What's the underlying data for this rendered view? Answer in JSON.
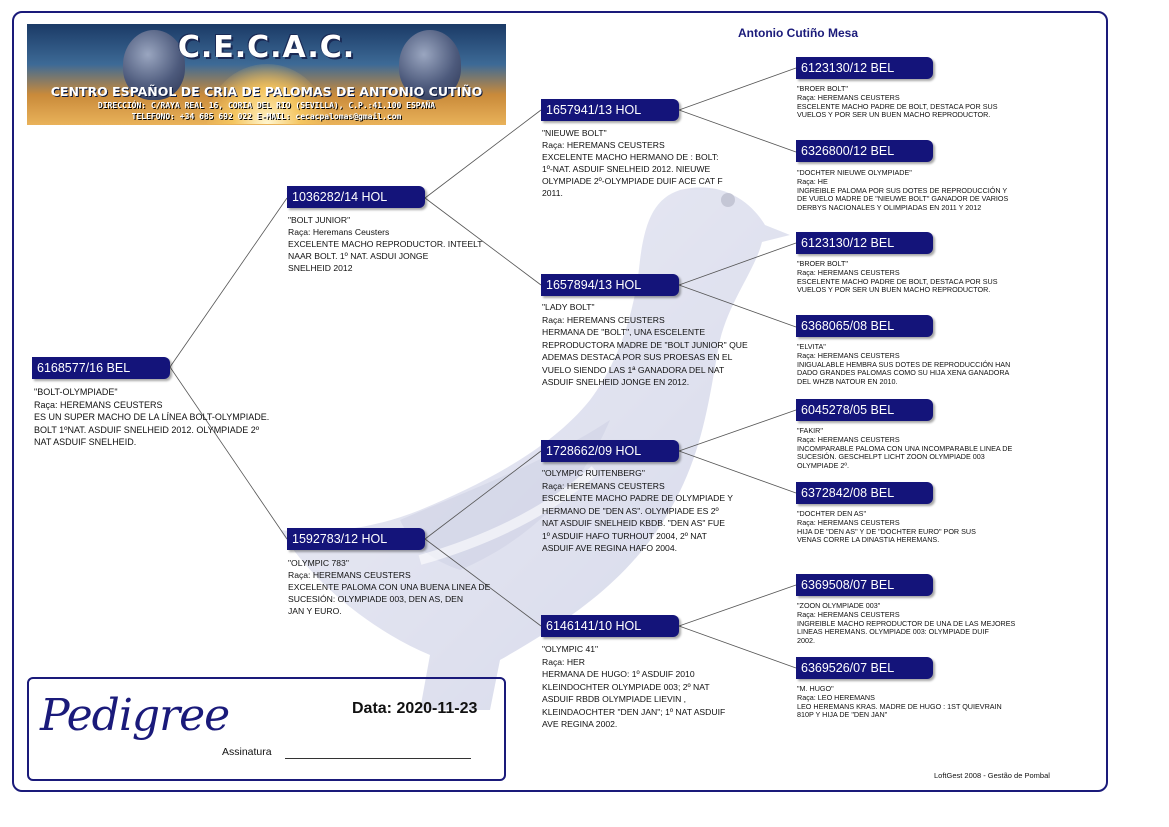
{
  "header": {
    "title": "C.E.C.A.C.",
    "subtitle": "CENTRO ESPAÑOL DE CRIA DE PALOMAS DE ANTONIO CUTIÑO",
    "address": "DIRECCIÓN: C/RAYA REAL 16, CORIA DEL RIO (SEVILLA), C.P.:41.100 ESPAÑA",
    "contact": "TELEFONO: +34 685 692 022    E-MAIL: cecacpalomas@gmail.com"
  },
  "owner_name": "Antonio Cutiño Mesa",
  "pigeons": {
    "subject": {
      "ring": "6168577/16 BEL",
      "info": "\"BOLT-OLYMPIADE\"\nRaça: HEREMANS CEUSTERS\nES UN SUPER MACHO DE LA LÍNEA  BOLT-OLYMPIADE.\nBOLT 1ºNAT. ASDUIF SNELHEID 2012.   OLYMPIADE 2º\nNAT ASDUIF SNELHEID."
    },
    "sire": {
      "ring": "1036282/14 HOL",
      "info": "\"BOLT JUNIOR\"\nRaça: Heremans Ceusters\nEXCELENTE MACHO REPRODUCTOR.   INTEELT\nNAAR BOLT.  1º NAT. ASDUI JONGE\nSNELHEID 2012"
    },
    "dam": {
      "ring": "1592783/12 HOL",
      "info": "\"OLYMPIC 783\"\nRaça: HEREMANS CEUSTERS\nEXCELENTE PALOMA CON UNA BUENA LINEA DE\nSUCESIÓN: OLYMPIADE 003,  DEN AS,  DEN\nJAN Y EURO."
    },
    "ss": {
      "ring": "1657941/13 HOL",
      "info": "\"NIEUWE BOLT\"\nRaça: HEREMANS CEUSTERS\nEXCELENTE MACHO HERMANO DE : BOLT:\n1º-NAT. ASDUIF SNELHEID 2012.   NIEUWE\nOLYMPIADE 2º-OLYMPIADE DUIF ACE CAT F\n2011."
    },
    "sd": {
      "ring": "1657894/13 HOL",
      "info": "\"LADY BOLT\"\nRaça: HEREMANS CEUSTERS\nHERMANA DE \"BOLT\", UNA ESCELENTE\nREPRODUCTORA MADRE DE \"BOLT JUNIOR\" QUE\nADEMAS DESTACA POR SUS PROESAS EN EL\nVUELO SIENDO LAS 1ª GANADORA DEL NAT\nASDUIF SNELHEID JONGE EN 2012."
    },
    "ds": {
      "ring": "1728662/09 HOL",
      "info": "\"OLYMPIC RUITENBERG\"\nRaça: HEREMANS CEUSTERS\nESCELENTE MACHO PADRE DE OLYMPIADE Y\nHERMANO DE \"DEN AS\". OLYMPIADE ES 2º\nNAT ASDUIF SNELHEID KBDB. \"DEN AS\" FUE\n1º ASDUIF  HAFO TURHOUT 2004, 2º NAT\nASDUIF AVE REGINA HAFO 2004."
    },
    "dd": {
      "ring": "6146141/10 HOL",
      "info": "\"OLYMPIC 41\"\nRaça: HER\nHERMANA  DE HUGO: 1º ASDUIF 2010\nKLEINDOCHTER OLYMPIADE 003; 2º NAT\nASDUIF RBDB OLYMPIADE LIEVIN ,\nKLEINDAOCHTER \"DEN JAN\"; 1º NAT ASDUIF\nAVE REGINA 2002."
    },
    "sss": {
      "ring": "6123130/12 BEL",
      "info": "\"BROER BOLT\"\nRaça: HEREMANS CEUSTERS\nESCELENTE MACHO PADRE DE BOLT, DESTACA POR SUS\nVUELOS Y POR SER UN BUEN MACHO REPRODUCTOR."
    },
    "ssd": {
      "ring": "6326800/12 BEL",
      "info": "\"DOCHTER NIEUWE OLYMPIADE\"\nRaça: HE\nINGREIBLE PALOMA POR SUS DOTES DE REPRODUCCIÓN Y\nDE VUELO MADRE DE \"NIEUWE BOLT\" GANADOR DE VARIOS\nDERBYS NACIONALES Y OLIMPIADAS EN 2011 Y 2012"
    },
    "sds": {
      "ring": "6123130/12 BEL",
      "info": "\"BROER BOLT\"\nRaça: HEREMANS CEUSTERS\nESCELENTE MACHO PADRE DE BOLT, DESTACA POR SUS\nVUELOS Y POR SER UN BUEN MACHO REPRODUCTOR."
    },
    "sdd": {
      "ring": "6368065/08 BEL",
      "info": "\"ELVITA\"\nRaça: HEREMANS CEUSTERS\nINIGUALABLE HEMBRA SUS DOTES DE REPRODUCCIÓN HAN\nDADO GRANDES PALOMAS COMO SU HIJA XENA GANADORA\nDEL WHZB NATOUR EN 2010."
    },
    "dss": {
      "ring": "6045278/05 BEL",
      "info": "\"FAKIR\"\nRaça: HEREMANS CEUSTERS\nINCOMPARABLE PALOMA CON UNA INCOMPARABLE LINEA DE\nSUCESIÓN. GESCHELPT LICHT ZOON OLYMPIADE  003\nOLYMPIADE  2º."
    },
    "dsd": {
      "ring": "6372842/08 BEL",
      "info": "\"DOCHTER DEN AS\"\nRaça: HEREMANS CEUSTERS\nHIJA DE \"DEN AS\" Y DE \"DOCHTER EURO\" POR SUS\nVENAS CORRE LA DINASTIA HEREMANS."
    },
    "dds": {
      "ring": "6369508/07 BEL",
      "info": "\"ZOON OLYMPIADE 003\"\nRaça: HEREMANS CEUSTERS\nINGREIBLE MACHO REPRODUCTOR DE UNA DE LAS MEJORES\nLINEAS HEREMANS. OLYMPIADE 003: OLYMPIADE DUIF\n2002."
    },
    "ddd": {
      "ring": "6369526/07 BEL",
      "info": "\"M. HUGO\"\nRaça: LEO HEREMANS\nLEO HEREMANS KRAS. MADRE DE  HUGO : 1ST QUIEVRAIN\n810P Y HIJA DE \"DEN JAN\""
    }
  },
  "footer": {
    "logo_text": "Pedigree",
    "date_label": "Data: 2020-11-23",
    "signature_label": "Assinatura",
    "credit": "LoftGest 2008 - Gestão de Pombal"
  }
}
